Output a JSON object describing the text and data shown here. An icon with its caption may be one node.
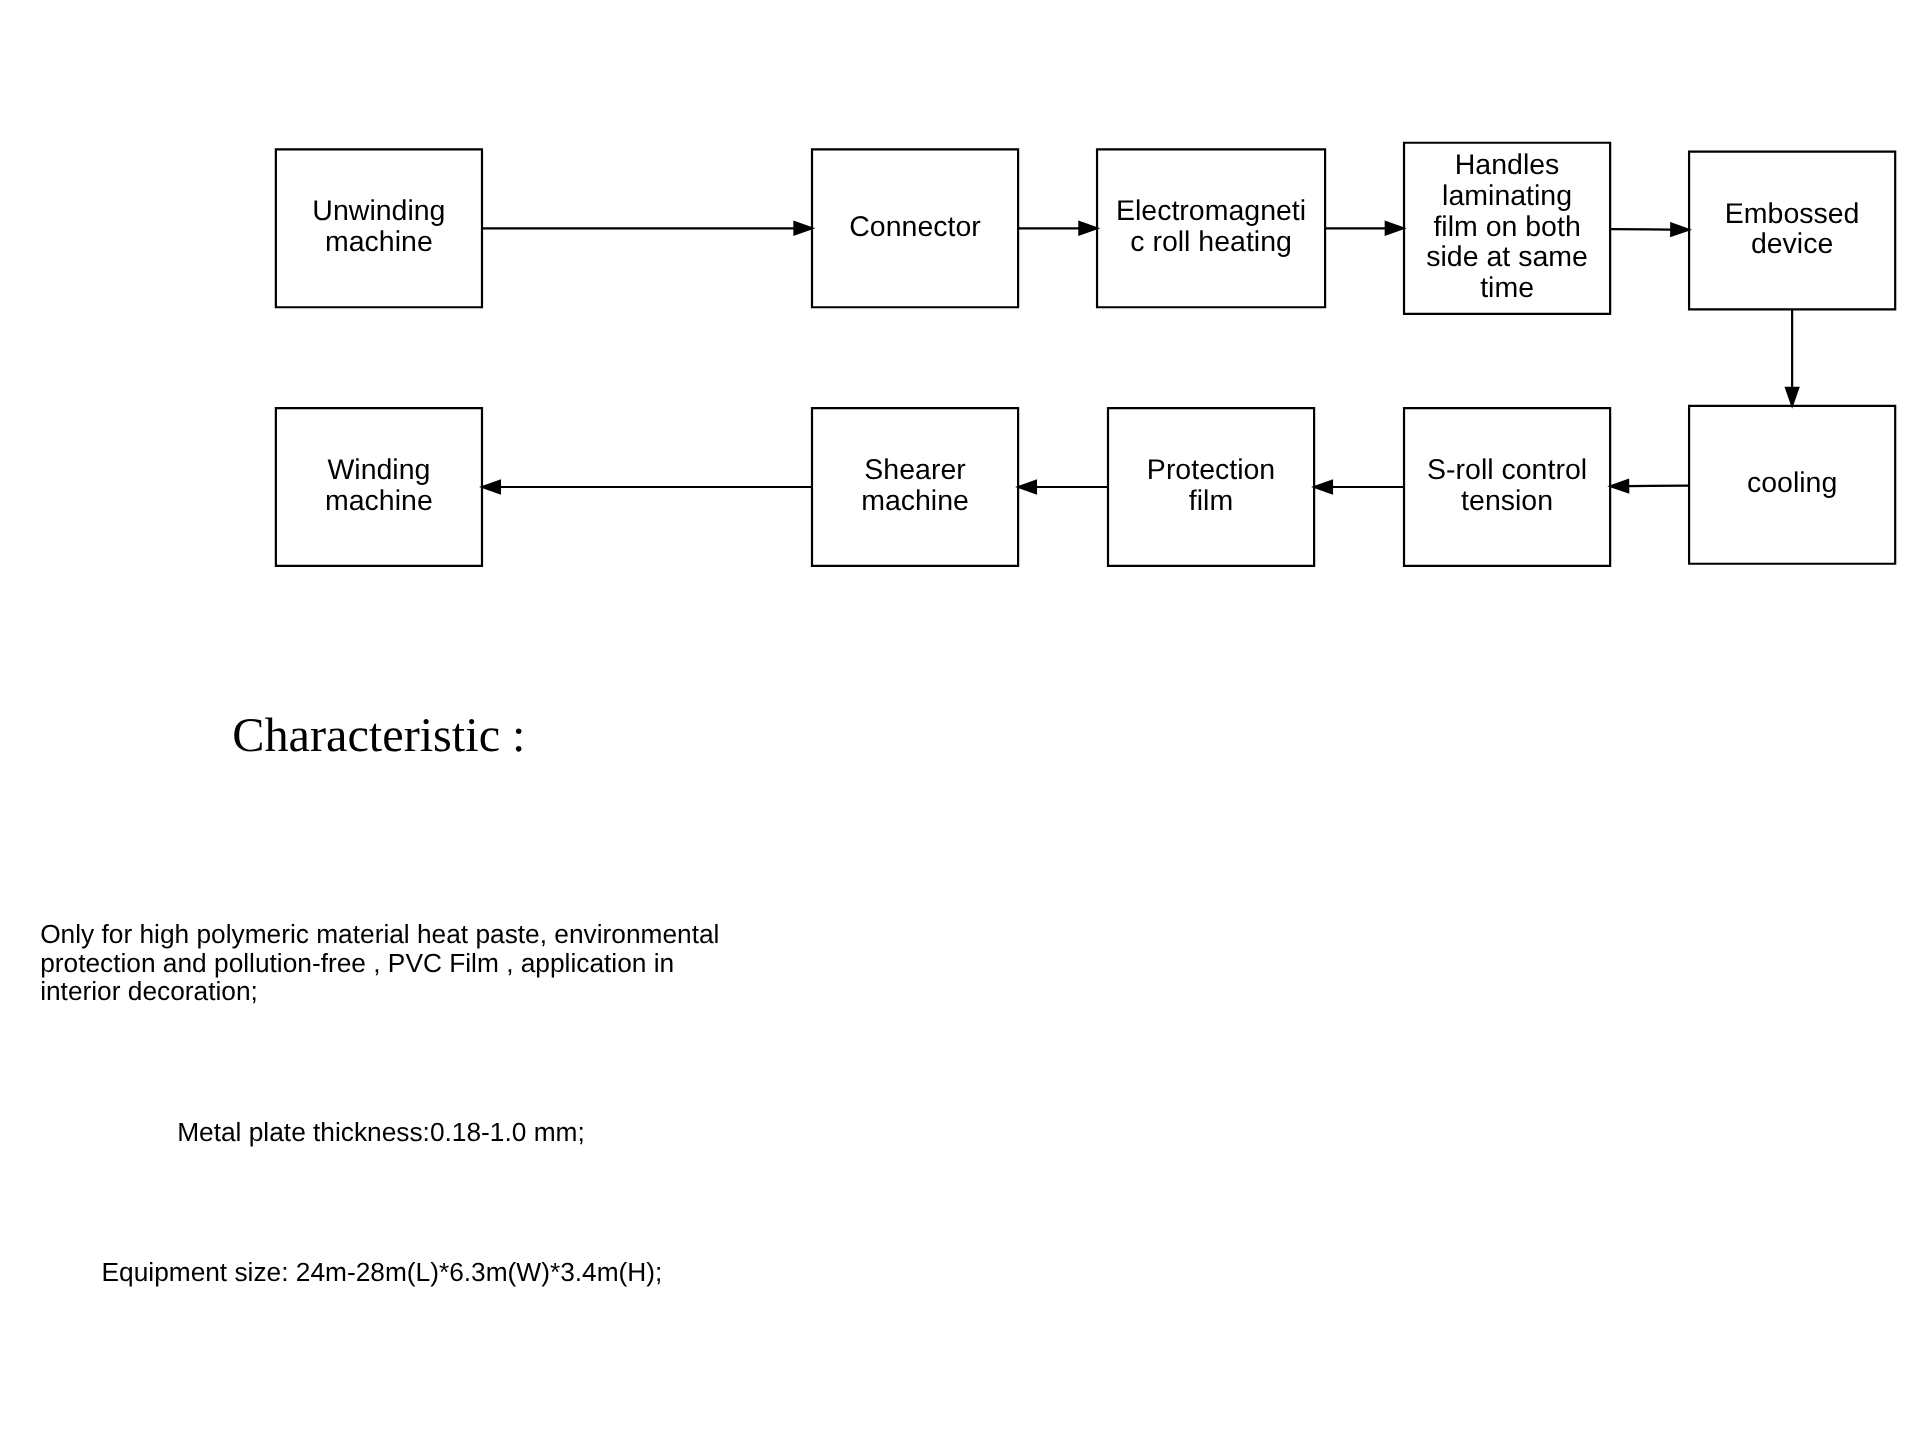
{
  "diagram": {
    "nodes": [
      {
        "text": [
          "Unwinding machine"
        ]
      },
      {
        "text": [
          "Connector"
        ]
      },
      {
        "text": [
          "Electromagnetic roll heating"
        ]
      },
      {
        "text": [
          "Handles laminating film on both side at same time"
        ]
      },
      {
        "text": [
          "Embossed device"
        ]
      },
      {
        "text": [
          "cooling"
        ]
      },
      {
        "text": [
          "S-roll control tension"
        ]
      },
      {
        "text": [
          "Protection film"
        ]
      },
      {
        "text": [
          "Shearer machine"
        ]
      },
      {
        "text": [
          "Winding machine"
        ]
      }
    ],
    "edges": [
      {
        "from": 0,
        "to": 1,
        "arrow": "to"
      },
      {
        "from": 1,
        "to": 2,
        "arrow": "to"
      },
      {
        "from": 2,
        "to": 3,
        "arrow": "to"
      },
      {
        "from": 3,
        "to": 4,
        "arrow": "to"
      },
      {
        "from": 4,
        "to": 5,
        "arrow": "to"
      },
      {
        "from": 5,
        "to": 6,
        "arrow": "to"
      },
      {
        "from": 6,
        "to": 7,
        "arrow": "to"
      },
      {
        "from": 7,
        "to": 8,
        "arrow": "to"
      },
      {
        "from": 8,
        "to": 9,
        "arrow": "to"
      }
    ],
    "labels": [
      "Characteristic :",
      "Only for high polymeric material heat paste, environmental protection and pollution-free , PVC Film , application in interior decoration;",
      "Metal plate thickness:0.18-1.0 mm;",
      "Equipment size: 24m-28m(L)*6.3m(W)*3.4m(H);"
    ]
  }
}
